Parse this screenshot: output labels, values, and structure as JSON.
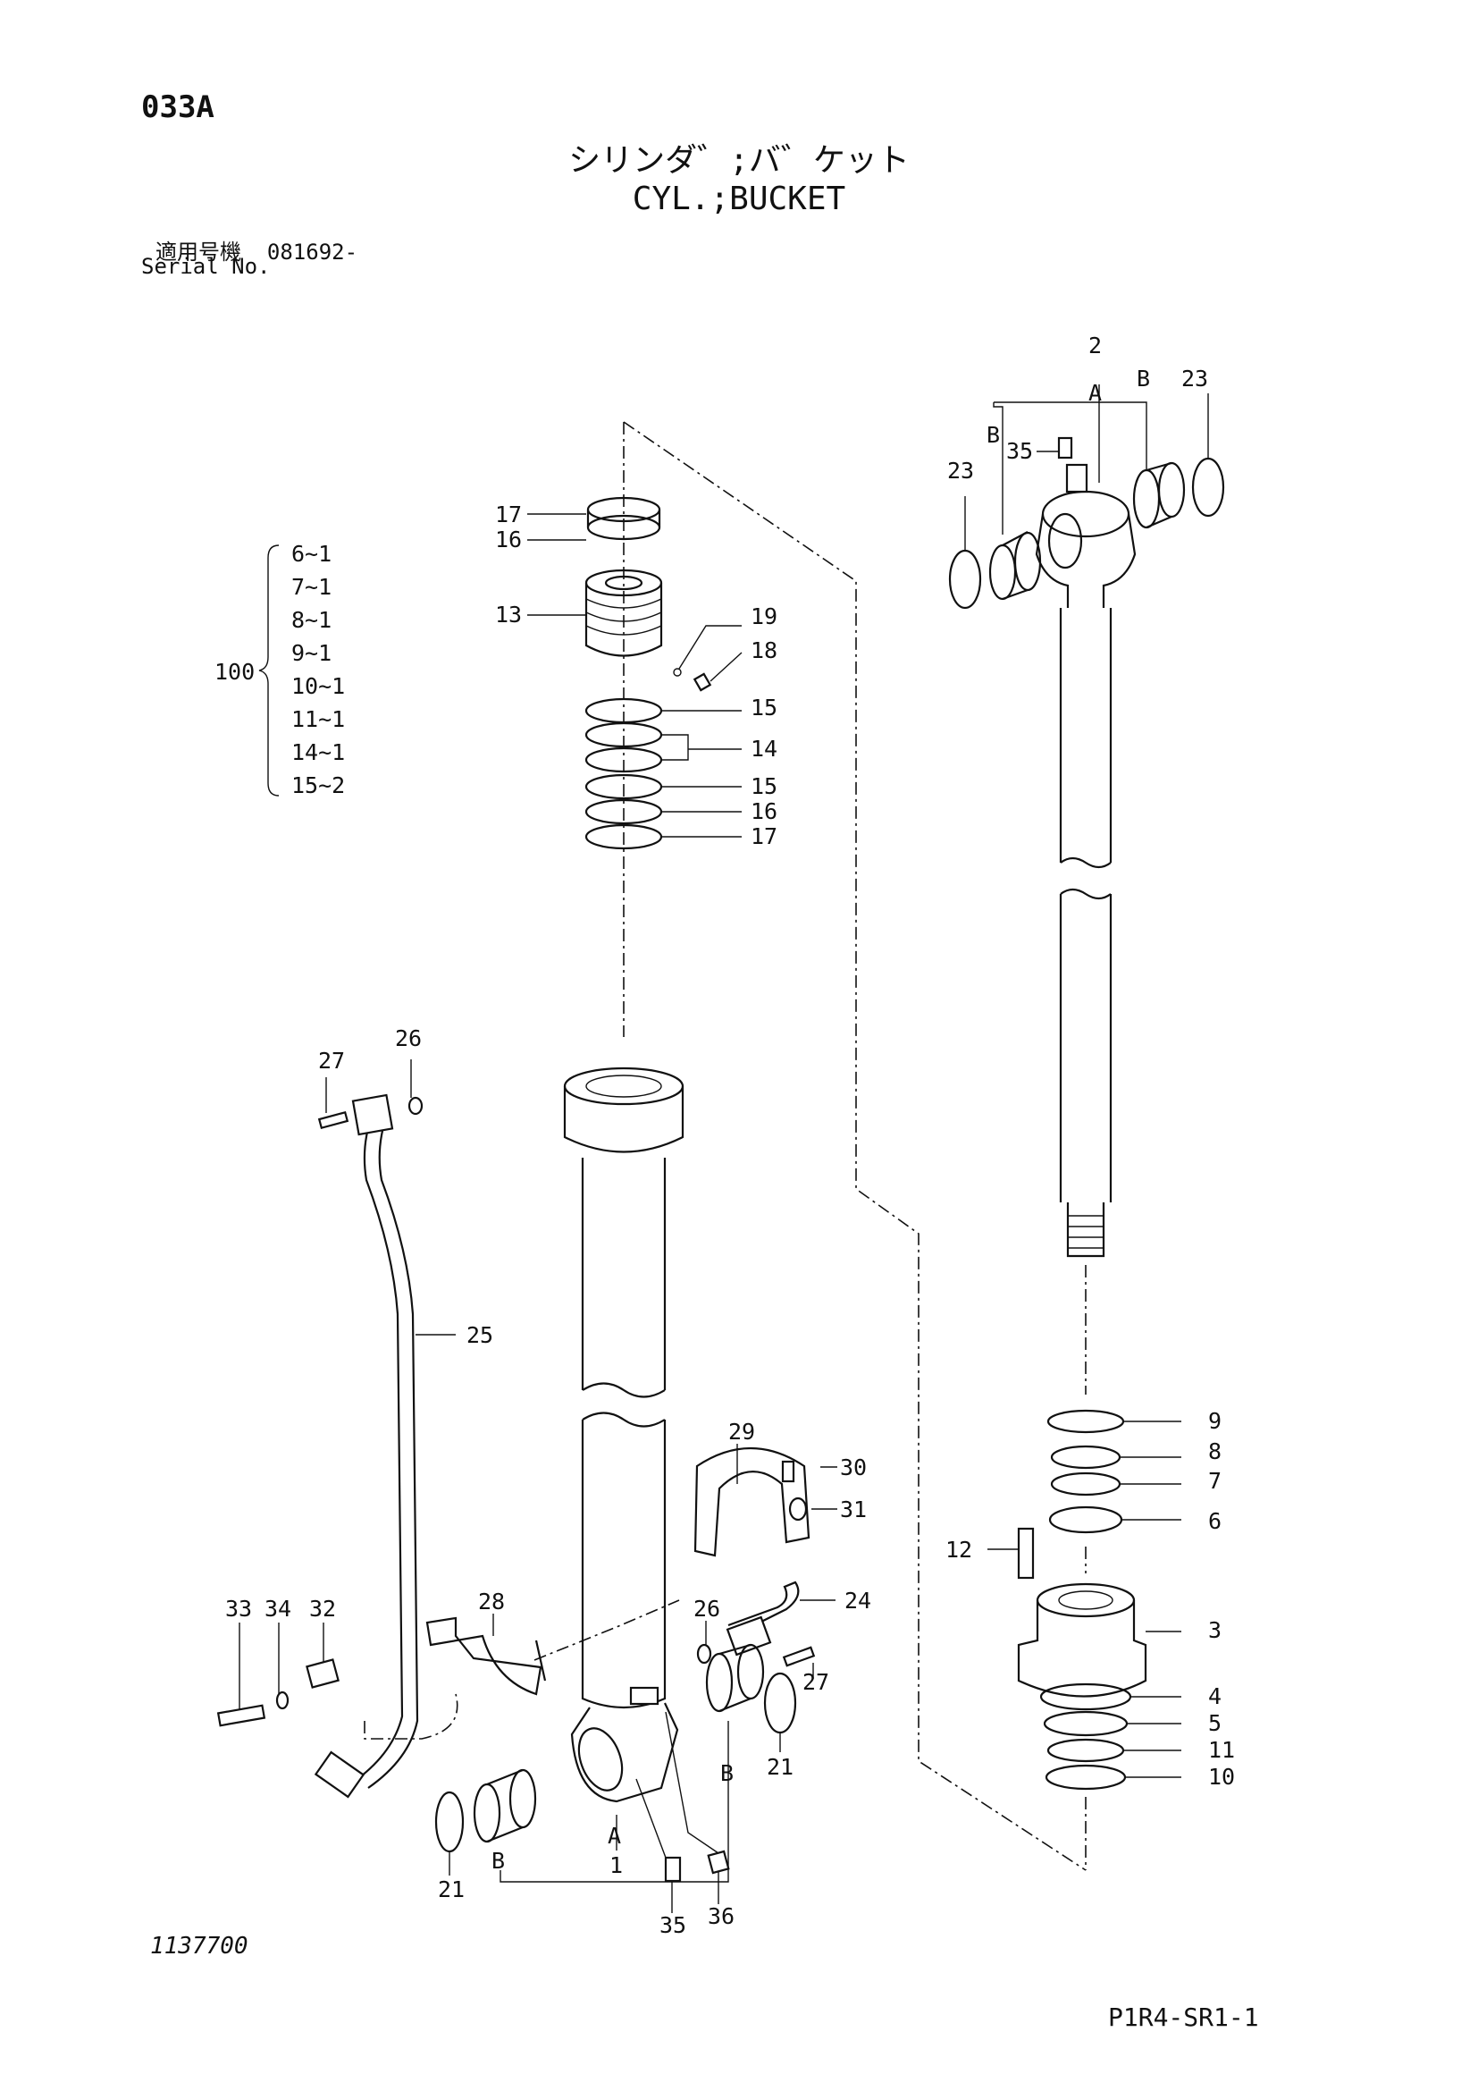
{
  "header": {
    "page_code": "033A",
    "title_jp": "シリンダ゛;バ゛ケット",
    "title_en": "CYL.;BUCKET",
    "serial_label_jp": "適用号機",
    "serial_value": "081692-",
    "serial_label_en": "Serial No."
  },
  "footer": {
    "drawing_number": "1137700",
    "sheet_code": "P1R4-SR1-1"
  },
  "kit": {
    "number": "100",
    "items": [
      "6~1",
      "7~1",
      "8~1",
      "9~1",
      "10~1",
      "11~1",
      "14~1",
      "15~2"
    ]
  },
  "callouts": {
    "c1": "1",
    "c2": "2",
    "c3": "3",
    "c4": "4",
    "c5": "5",
    "c6": "6",
    "c7": "7",
    "c8": "8",
    "c9": "9",
    "c10": "10",
    "c11": "11",
    "c12": "12",
    "c13": "13",
    "c14": "14",
    "c15a": "15",
    "c15b": "15",
    "c16a": "16",
    "c16b": "16",
    "c17a": "17",
    "c17b": "17",
    "c18": "18",
    "c19": "19",
    "c21a": "21",
    "c21b": "21",
    "c23a": "23",
    "c23b": "23",
    "c24": "24",
    "c25": "25",
    "c26a": "26",
    "c26b": "26",
    "c27a": "27",
    "c27b": "27",
    "c28": "28",
    "c29": "29",
    "c30": "30",
    "c31": "31",
    "c32": "32",
    "c33": "33",
    "c34": "34",
    "c35a": "35",
    "c35b": "35",
    "c36": "36"
  },
  "markers": {
    "a_top": "A",
    "b_top_left": "B",
    "b_top_right": "B",
    "a_bottom": "A",
    "b_bottom_left": "B",
    "b_bottom_right": "B"
  }
}
